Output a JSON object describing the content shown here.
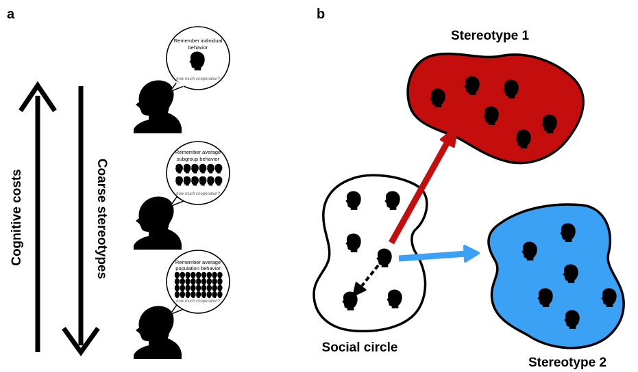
{
  "panel_a": {
    "label": "a",
    "axis_left": "Cognitive costs",
    "axis_right": "Coarse stereotypes",
    "bubbles": [
      {
        "line1": "Remember individual",
        "line2": "behavior",
        "question": "how much cooperation?"
      },
      {
        "line1": "Remember average",
        "line2": "subgroup behavior",
        "question": "how much cooperation?"
      },
      {
        "line1": "Remember average",
        "line2": "population behavior",
        "question": "how much cooperation?"
      }
    ]
  },
  "panel_b": {
    "label": "b",
    "social_circle": "Social circle",
    "stereotype_1": "Stereotype 1",
    "stereotype_2": "Stereotype 2"
  },
  "colors": {
    "stereotype_1_fill": "#c40d0d",
    "stereotype_2_fill": "#3aa1f5",
    "arrow_red": "#c40d0d",
    "arrow_blue": "#3aa1f5",
    "ink": "#000000"
  },
  "icons": [
    "head-icon",
    "person-silhouette-icon",
    "speech-bubble-icon"
  ]
}
